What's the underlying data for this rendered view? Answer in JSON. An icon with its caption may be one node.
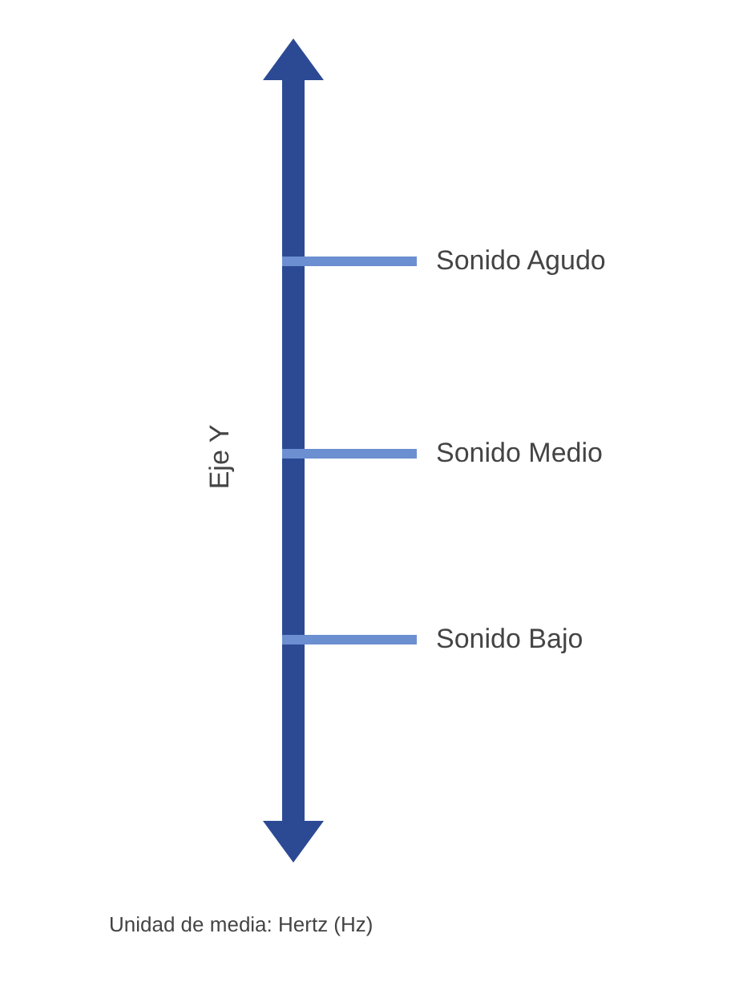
{
  "diagram": {
    "labels": [
      "Sonido Agudo",
      "Eje Y",
      "Sonido Medio",
      "Sonido Bajo",
      "Unidad de media: Hertz (Hz)"
    ]
  }
}
